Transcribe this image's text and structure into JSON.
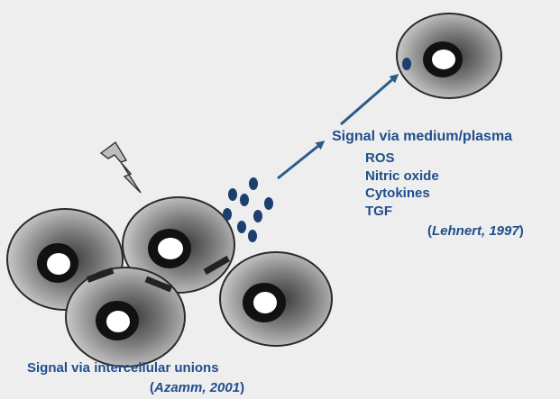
{
  "colors": {
    "background": "#eeeeee",
    "text": "#1f4e8c",
    "arrow": "#2b5c8c",
    "cell_outline": "#2a2a2a",
    "junction": "#222222",
    "molecule": "#1e3f6e"
  },
  "icons": [
    "lightning-bolt-icon"
  ],
  "medium": {
    "title": "Signal via medium/plasma",
    "items": [
      "ROS",
      "Nitric oxide",
      "Cytokines",
      "TGF"
    ],
    "citation_open": "(",
    "citation_author": "Lehnert, 1997",
    "citation_close": ")"
  },
  "unions": {
    "title": "Signal via intercellular unions",
    "citation_open": "(",
    "citation_author": "Azamm, 2001",
    "citation_close": ")"
  }
}
